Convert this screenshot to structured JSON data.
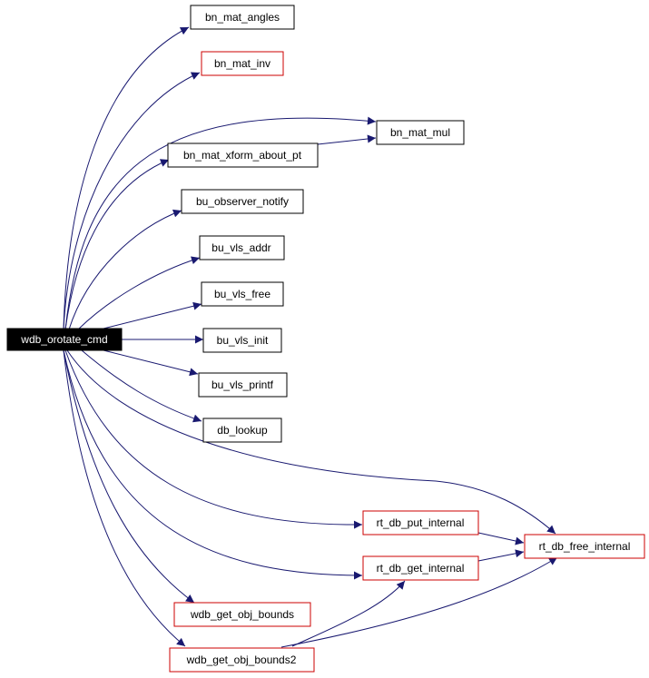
{
  "graph": {
    "root": {
      "id": "root",
      "label": "wdb_orotate_cmd"
    },
    "nodes": [
      {
        "id": "angles",
        "label": "bn_mat_angles",
        "border": "#000000"
      },
      {
        "id": "inv",
        "label": "bn_mat_inv",
        "border": "#cc0000"
      },
      {
        "id": "mul",
        "label": "bn_mat_mul",
        "border": "#000000"
      },
      {
        "id": "xform",
        "label": "bn_mat_xform_about_pt",
        "border": "#000000"
      },
      {
        "id": "notify",
        "label": "bu_observer_notify",
        "border": "#000000"
      },
      {
        "id": "vaddr",
        "label": "bu_vls_addr",
        "border": "#000000"
      },
      {
        "id": "vfree",
        "label": "bu_vls_free",
        "border": "#000000"
      },
      {
        "id": "vinit",
        "label": "bu_vls_init",
        "border": "#000000"
      },
      {
        "id": "vprintf",
        "label": "bu_vls_printf",
        "border": "#000000"
      },
      {
        "id": "lookup",
        "label": "db_lookup",
        "border": "#000000"
      },
      {
        "id": "put",
        "label": "rt_db_put_internal",
        "border": "#cc0000"
      },
      {
        "id": "get",
        "label": "rt_db_get_internal",
        "border": "#cc0000"
      },
      {
        "id": "freeint",
        "label": "rt_db_free_internal",
        "border": "#cc0000"
      },
      {
        "id": "bounds",
        "label": "wdb_get_obj_bounds",
        "border": "#cc0000"
      },
      {
        "id": "bounds2",
        "label": "wdb_get_obj_bounds2",
        "border": "#cc0000"
      }
    ],
    "edges": [
      {
        "from": "root",
        "to": "angles"
      },
      {
        "from": "root",
        "to": "inv"
      },
      {
        "from": "root",
        "to": "mul"
      },
      {
        "from": "root",
        "to": "xform"
      },
      {
        "from": "xform",
        "to": "mul"
      },
      {
        "from": "root",
        "to": "notify"
      },
      {
        "from": "root",
        "to": "vaddr"
      },
      {
        "from": "root",
        "to": "vfree"
      },
      {
        "from": "root",
        "to": "vinit"
      },
      {
        "from": "root",
        "to": "vprintf"
      },
      {
        "from": "root",
        "to": "lookup"
      },
      {
        "from": "root",
        "to": "freeint"
      },
      {
        "from": "root",
        "to": "put"
      },
      {
        "from": "root",
        "to": "get"
      },
      {
        "from": "root",
        "to": "bounds"
      },
      {
        "from": "root",
        "to": "bounds2"
      },
      {
        "from": "put",
        "to": "freeint"
      },
      {
        "from": "get",
        "to": "freeint"
      },
      {
        "from": "bounds2",
        "to": "get"
      },
      {
        "from": "bounds2",
        "to": "freeint"
      }
    ],
    "edge_color": "#191970",
    "root_fill": "#000000",
    "root_text_color": "#ffffff"
  }
}
